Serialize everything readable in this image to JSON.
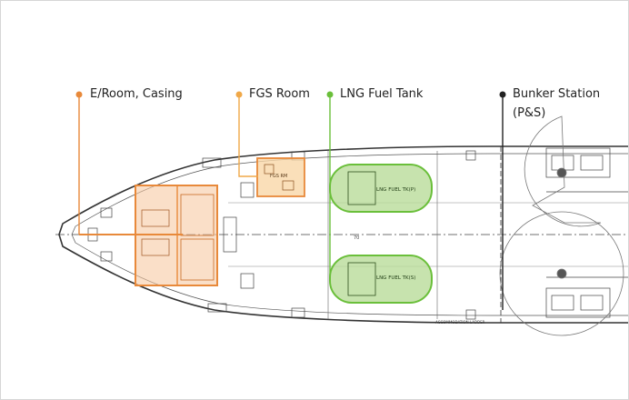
{
  "callouts": [
    {
      "label": "E/Room, Casing",
      "color": "#e8893a"
    },
    {
      "label": "FGS Room",
      "color": "#f0a848"
    },
    {
      "label": "LNG Fuel Tank",
      "color": "#6abf3a"
    },
    {
      "label": "Bunker Station",
      "label_line2": "(P&S)",
      "color": "#222222"
    }
  ],
  "drawing_labels": {
    "tank_port": "LNG FUEL TK(P)",
    "tank_starboard": "LNG FUEL TK(S)",
    "fgs_room": "FGS RM",
    "frame_mark": "70",
    "bottom_note": "ACCOMMODATION LADDER"
  },
  "colors": {
    "engine_room": "#e8893a",
    "engine_room_fill": "#f6c9a4",
    "fgs_fill": "#f9d7a8",
    "tank_fill": "#b9dc9a",
    "tank_stroke": "#6abf3a",
    "hull": "#333333"
  }
}
